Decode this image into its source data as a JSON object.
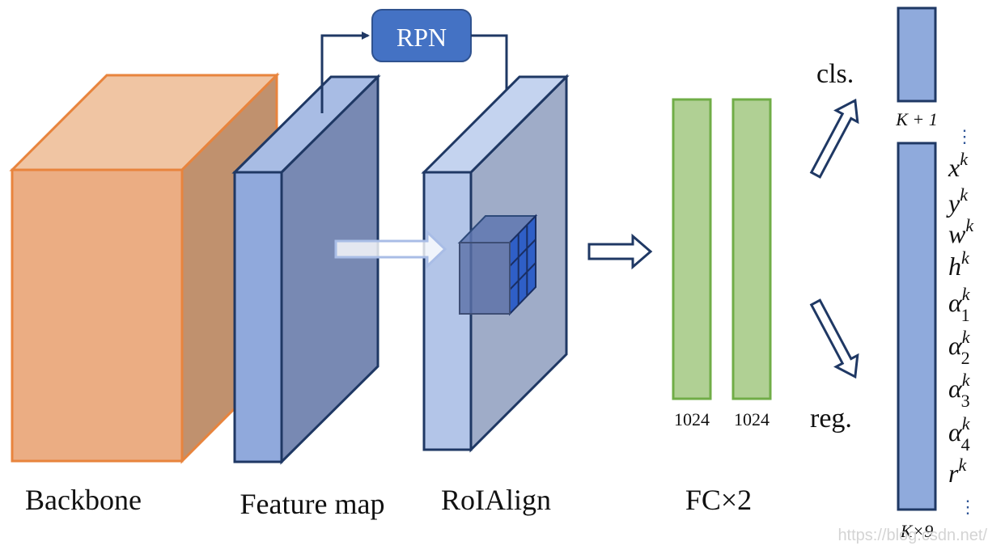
{
  "labels": {
    "backbone": "Backbone",
    "feature_map": "Feature map",
    "rpn": "RPN",
    "roialign": "RoIAlign",
    "fc": "FC×2",
    "fc1_dim": "1024",
    "fc2_dim": "1024",
    "cls": "cls.",
    "reg": "reg.",
    "cls_dim": "K + 1",
    "reg_dim": "K×9",
    "ellipsis": "⋮"
  },
  "reg_outputs": [
    {
      "base": "x",
      "sup": "k",
      "sub": ""
    },
    {
      "base": "y",
      "sup": "k",
      "sub": ""
    },
    {
      "base": "w",
      "sup": "k",
      "sub": ""
    },
    {
      "base": "h",
      "sup": "k",
      "sub": ""
    },
    {
      "base": "α",
      "sup": "k",
      "sub": "1"
    },
    {
      "base": "α",
      "sup": "k",
      "sub": "2"
    },
    {
      "base": "α",
      "sup": "k",
      "sub": "3"
    },
    {
      "base": "α",
      "sup": "k",
      "sub": "4"
    },
    {
      "base": "r",
      "sup": "k",
      "sub": ""
    }
  ],
  "watermark": "https://blog.csdn.net/",
  "colors": {
    "backbone_front": "#ebad83",
    "backbone_top": "#f0c5a3",
    "backbone_side": "#c0916e",
    "backbone_stroke": "#e8843d",
    "fmap_front": "#90a9dc",
    "fmap_side": "#7889b3",
    "roi_front": "#b3c5e8",
    "roi_side": "#9facc8",
    "navy": "#1f3864",
    "rpn_fill": "#4472c4",
    "fc_fill": "#b0d094",
    "fc_stroke": "#70ad47",
    "out_fill": "#8faadc"
  }
}
